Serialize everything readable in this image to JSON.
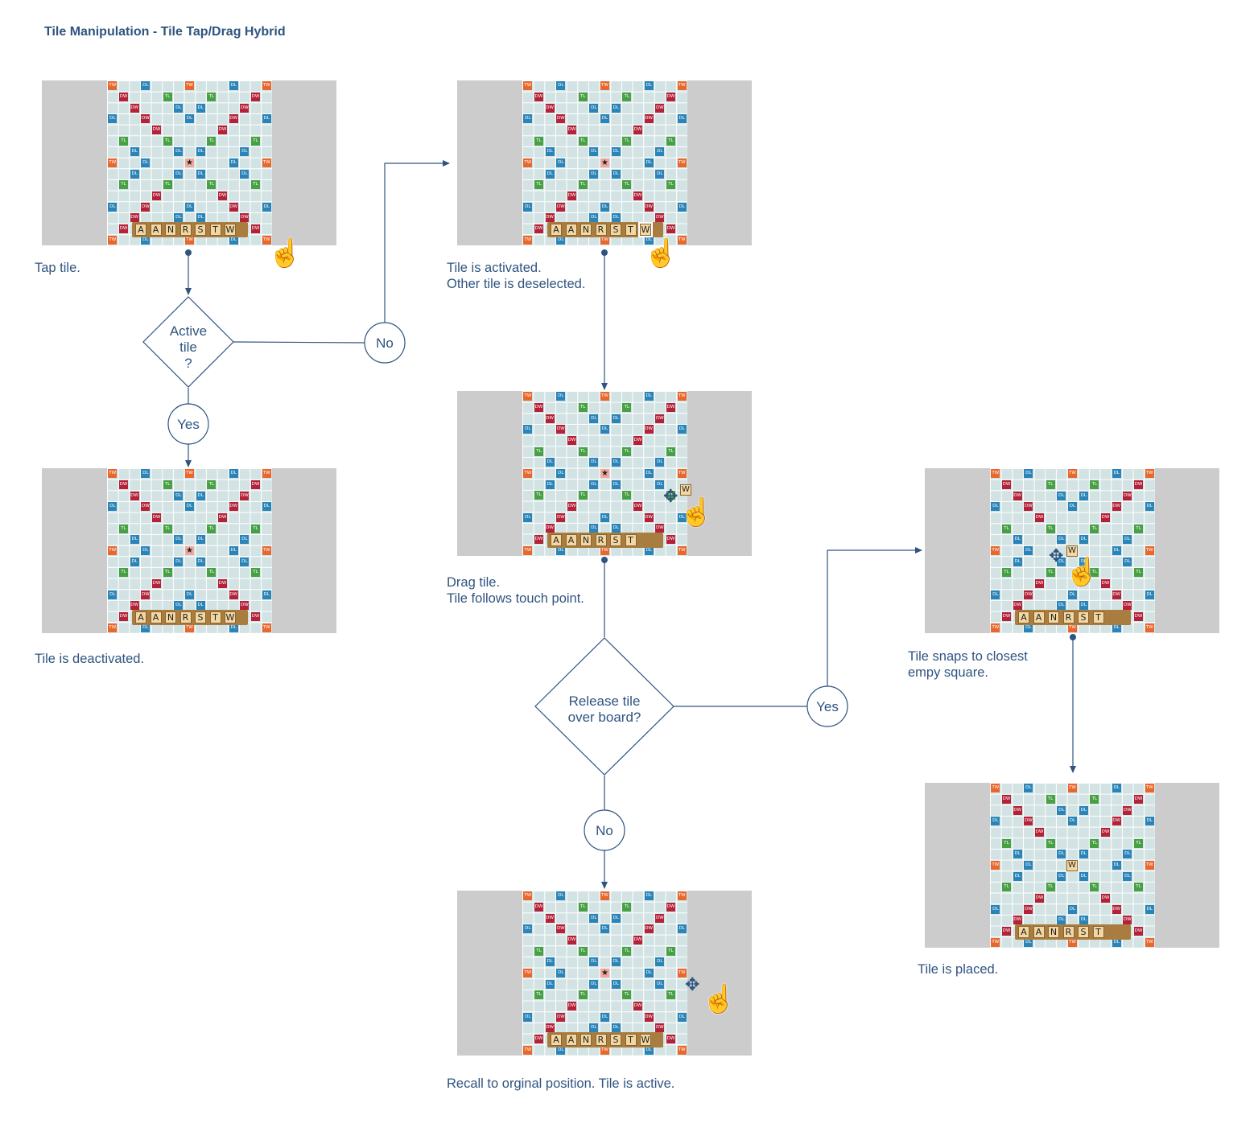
{
  "title": "Tile Manipulation - Tile Tap/Drag Hybrid",
  "captions": {
    "tap": "Tap tile.",
    "activated": "Tile is activated.\nOther tile is deselected.",
    "deactivated": "Tile is deactivated.",
    "drag": "Drag tile.\nTile follows touch point.",
    "snaps": "Tile snaps to closest\nempy square.",
    "placed": "Tile is placed.",
    "recall": "Recall to orginal position. Tile is active."
  },
  "decision1": {
    "line1": "Active",
    "line2": "tile",
    "line3": "?"
  },
  "decision2": {
    "line1": "Release tile",
    "line2": "over board?"
  },
  "labels": {
    "no": "No",
    "yes": "Yes"
  },
  "rack_full": [
    "A",
    "A",
    "N",
    "R",
    "S",
    "T",
    "W"
  ],
  "rack_short": [
    "A",
    "A",
    "N",
    "R",
    "S",
    "T"
  ],
  "moved_tile": "W",
  "square_labels": {
    "tw": "TW",
    "dw": "DW",
    "dl": "DL",
    "tl": "TL",
    "star": "★"
  },
  "colors": {
    "tw": "#e8672d",
    "dw": "#b32238",
    "dl": "#2a84b8",
    "tl": "#47a043",
    "star": "#f2a79e",
    "board": "#d3e3e4",
    "accent": "#2f5480"
  }
}
